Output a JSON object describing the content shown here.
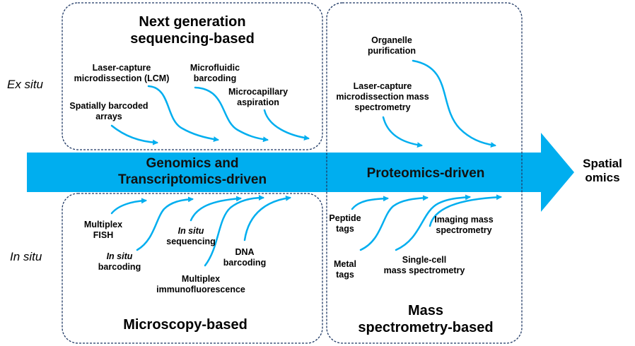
{
  "colors": {
    "arrow": "#00aeef",
    "box_border": "#1f3864",
    "text": "#000000"
  },
  "side_labels": {
    "ex_situ": "Ex situ",
    "in_situ": "In situ"
  },
  "banner": {
    "left_line1": "Genomics and",
    "left_line2": "Transcriptomics-driven",
    "right": "Proteomics-driven",
    "end_line1": "Spatial",
    "end_line2": "omics"
  },
  "boxes": {
    "ngs": {
      "title_line1": "Next generation",
      "title_line2": "sequencing-based"
    },
    "microscopy": {
      "title": "Microscopy-based"
    },
    "mass_spec": {
      "title_line1": "Mass",
      "title_line2": "spectrometry-based"
    }
  },
  "methods": {
    "lcm": {
      "line1": "Laser-capture",
      "line2": "microdissection (LCM)"
    },
    "microfluidic": {
      "line1": "Microfluidic",
      "line2": "barcoding"
    },
    "microcapillary": {
      "line1": "Microcapillary",
      "line2": "aspiration"
    },
    "spatial_arrays": {
      "line1": "Spatially barcoded",
      "line2": "arrays"
    },
    "organelle": {
      "line1": "Organelle",
      "line2": "purification"
    },
    "lcm_ms": {
      "line1": "Laser-capture",
      "line2": "microdissection mass",
      "line3": "spectrometry"
    },
    "multiplex_fish": {
      "line1": "Multiplex",
      "line2": "FISH"
    },
    "in_situ_barcoding": {
      "line1": "In situ",
      "line2": "barcoding"
    },
    "in_situ_sequencing": {
      "line1": "In situ",
      "line2": "sequencing"
    },
    "dna_barcoding": {
      "line1": "DNA",
      "line2": "barcoding"
    },
    "multiplex_if": {
      "line1": "Multiplex",
      "line2": "immunofluorescence"
    },
    "peptide_tags": {
      "line1": "Peptide",
      "line2": "tags"
    },
    "metal_tags": {
      "line1": "Metal",
      "line2": "tags"
    },
    "single_cell_ms": {
      "line1": "Single-cell",
      "line2": "mass spectrometry"
    },
    "imaging_ms": {
      "line1": "Imaging mass",
      "line2": "spectrometry"
    }
  }
}
